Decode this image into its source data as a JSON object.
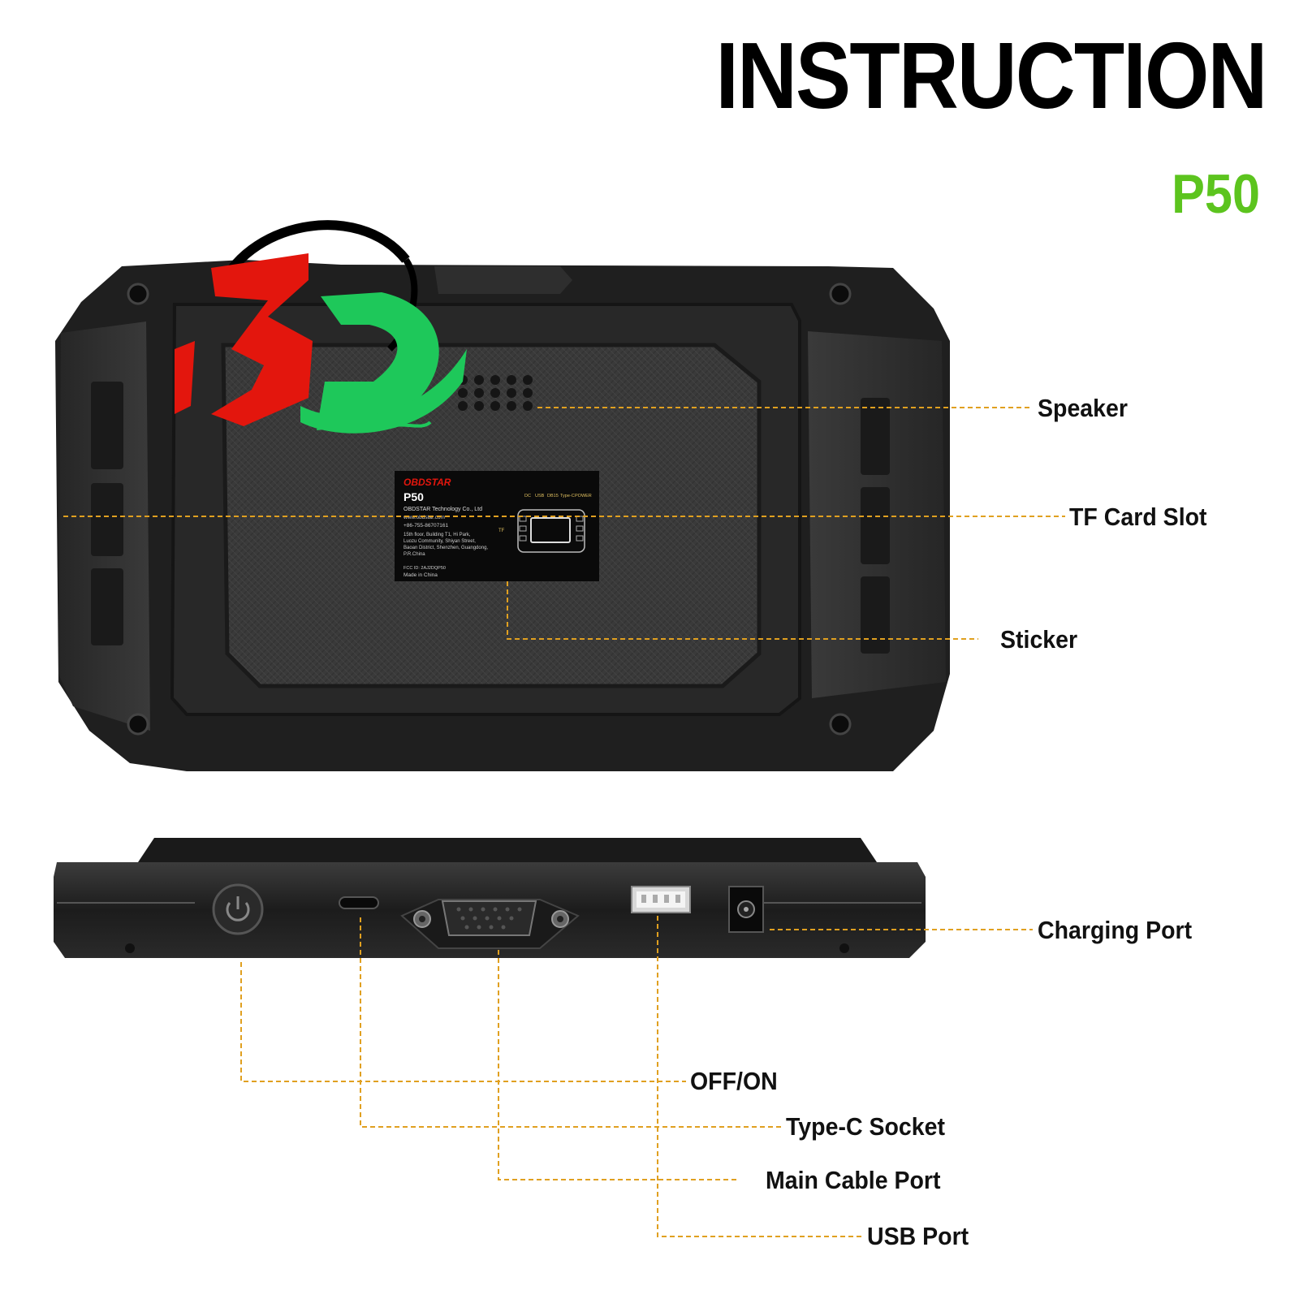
{
  "header": {
    "title": "INSTRUCTION",
    "model": "P50"
  },
  "watermark": {
    "text": "3D",
    "colors": {
      "three": "#e3160d",
      "d": "#1ec85a",
      "ring": "#000000"
    }
  },
  "sticker": {
    "brand": "OBDSTAR",
    "model": "P50",
    "company": "OBDSTAR Technology Co., Ltd",
    "website": "www.obdstar.com",
    "phone": "+86-755-86707161",
    "address_lines": [
      "15th floor, Building T1, Hi Park,",
      "Luozu Community, Shiyan Street,",
      "Baoan District, Shenzhen, Guangdong,",
      "P.R.China"
    ],
    "fcc": "FCC ID: 2AJ2DQP50",
    "origin": "Made in China",
    "port_labels": [
      "DC",
      "USB",
      "DB15",
      "Type-C",
      "POWER"
    ],
    "tf_label": "TF"
  },
  "callouts": {
    "speaker": "Speaker",
    "tf_card_slot": "TF Card Slot",
    "sticker": "Sticker",
    "charging_port": "Charging Port",
    "off_on": "OFF/ON",
    "type_c_socket": "Type-C Socket",
    "main_cable_port": "Main Cable Port",
    "usb_port": "USB Port"
  },
  "colors": {
    "leader_line": "#e0a020",
    "model_green": "#5cc41e",
    "device_body": "#2b2b2b",
    "label_text": "#111111"
  }
}
